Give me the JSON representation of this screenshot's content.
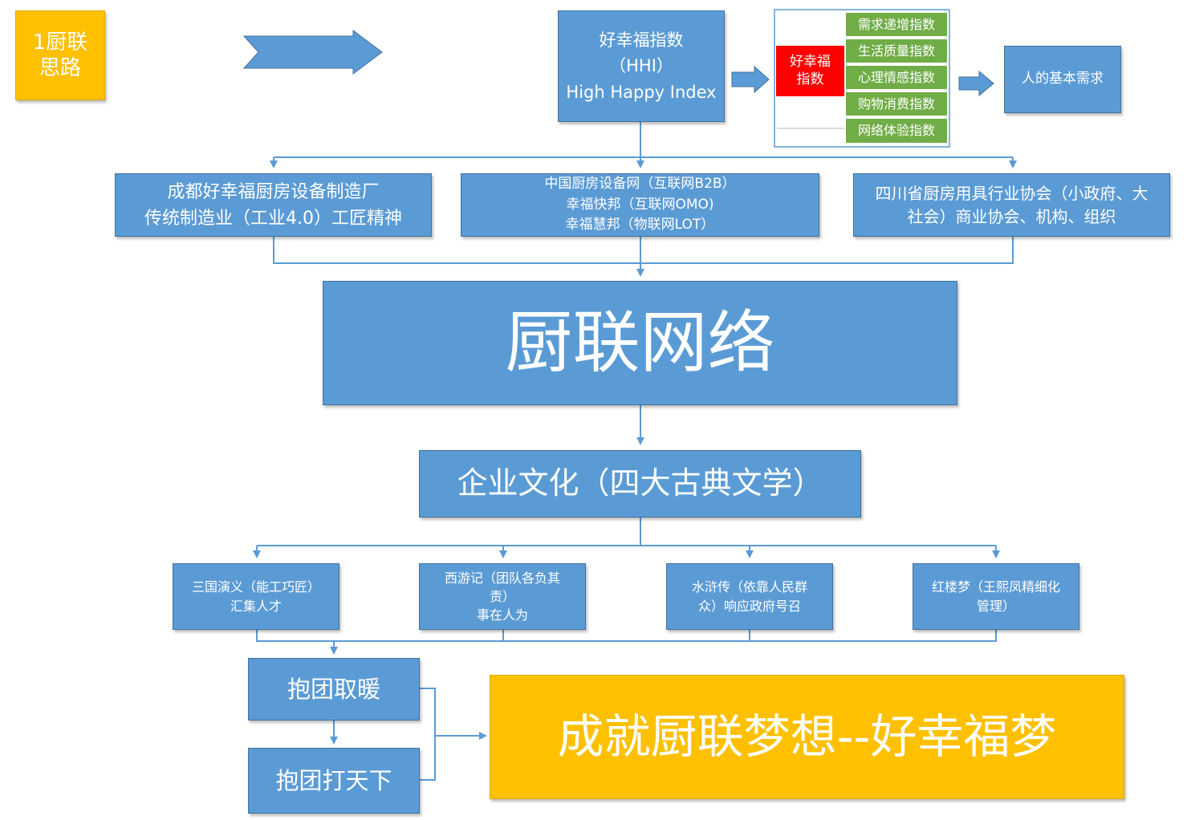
{
  "title_box": "1厨联\n思路",
  "hhi": {
    "title": "好幸福指数\n（HHI）\nHigh Happy Index",
    "core": "好幸福\n指数",
    "sub_indices": [
      "需求递增指数",
      "生活质量指数",
      "心理情感指数",
      "购物消费指数",
      "网络体验指数"
    ],
    "basic_needs": "人的基本需求"
  },
  "tier2": [
    "成都好幸福厨房设备制造厂\n传统制造业（工业4.0）工匠精神",
    "中国厨房设备网（互联网B2B）\n幸福快邦（互联网OMO)\n幸福慧邦（物联网LOT）",
    "四川省厨房用具行业协会（小政府、大\n社会）商业协会、机构、组织"
  ],
  "network": "厨联网络",
  "culture": "企业文化（四大古典文学）",
  "classics": [
    "三国演义（能工巧匠）\n汇集人才",
    "西游记（团队各负其\n责）\n事在人为",
    "水浒传（依靠人民群\n众）响应政府号召",
    "红楼梦（王熙凤精细化\n管理）"
  ],
  "unity1": "抱团取暖",
  "unity2": "抱团打天下",
  "dream": "成就厨联梦想--好幸福梦",
  "colors": {
    "blue": "#5b9bd5",
    "blue_border": "#41719c",
    "orange": "#ffc000",
    "green": "#70ad47",
    "red": "#ff0000",
    "connector": "#5b9bd5"
  },
  "icons": [
    "big-arrow-right-icon",
    "arrow-right-icon"
  ]
}
